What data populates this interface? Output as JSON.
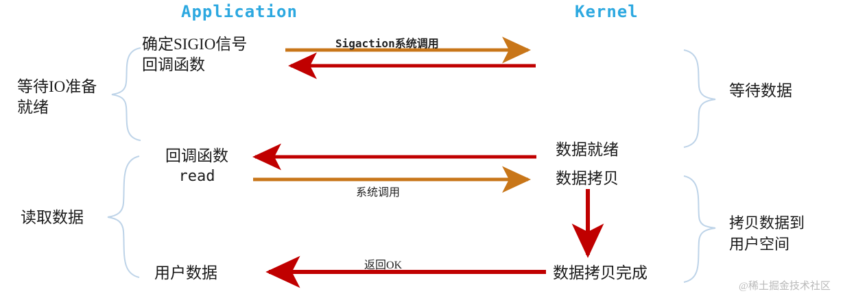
{
  "diagram": {
    "title_application": "Application",
    "title_kernel": "Kernel",
    "watermark": "@稀土掘金技术社区",
    "colors": {
      "header_blue": "#2ca8e0",
      "brace_blue": "#bdd3e8",
      "arrow_orange": "#c87619",
      "arrow_red": "#c00000",
      "text_black": "#1a1a1a",
      "watermark_gray": "#b9b9b9"
    },
    "left_braces": [
      {
        "label": "等待IO准备\n就绪",
        "line1": "等待IO准备",
        "line2": "就绪"
      },
      {
        "label": "读取数据",
        "line1": "读取数据",
        "line2": ""
      }
    ],
    "right_braces": [
      {
        "line1": "等待数据",
        "line2": ""
      },
      {
        "line1": "拷贝数据到",
        "line2": "用户空间"
      }
    ],
    "app_nodes": [
      {
        "line1": "确定SIGIO信号",
        "line2": "回调函数"
      },
      {
        "line1": "回调函数",
        "line2": "read"
      },
      {
        "line1": "用户数据",
        "line2": ""
      }
    ],
    "kernel_nodes": [
      {
        "text": "数据就绪"
      },
      {
        "text": "数据拷贝"
      },
      {
        "text": "数据拷贝完成"
      }
    ],
    "arrows": [
      {
        "name": "sigaction-syscall",
        "label": "Sigaction系统调用",
        "direction": "right",
        "color": "orange"
      },
      {
        "name": "sigaction-return",
        "label": "",
        "direction": "left",
        "color": "red"
      },
      {
        "name": "data-ready-notify",
        "label": "",
        "direction": "left",
        "color": "red"
      },
      {
        "name": "read-syscall",
        "label": "系统调用",
        "direction": "right",
        "color": "orange"
      },
      {
        "name": "copy-data-vertical",
        "label": "",
        "direction": "down",
        "color": "red"
      },
      {
        "name": "return-ok",
        "label": "返回OK",
        "direction": "left",
        "color": "red"
      }
    ]
  }
}
